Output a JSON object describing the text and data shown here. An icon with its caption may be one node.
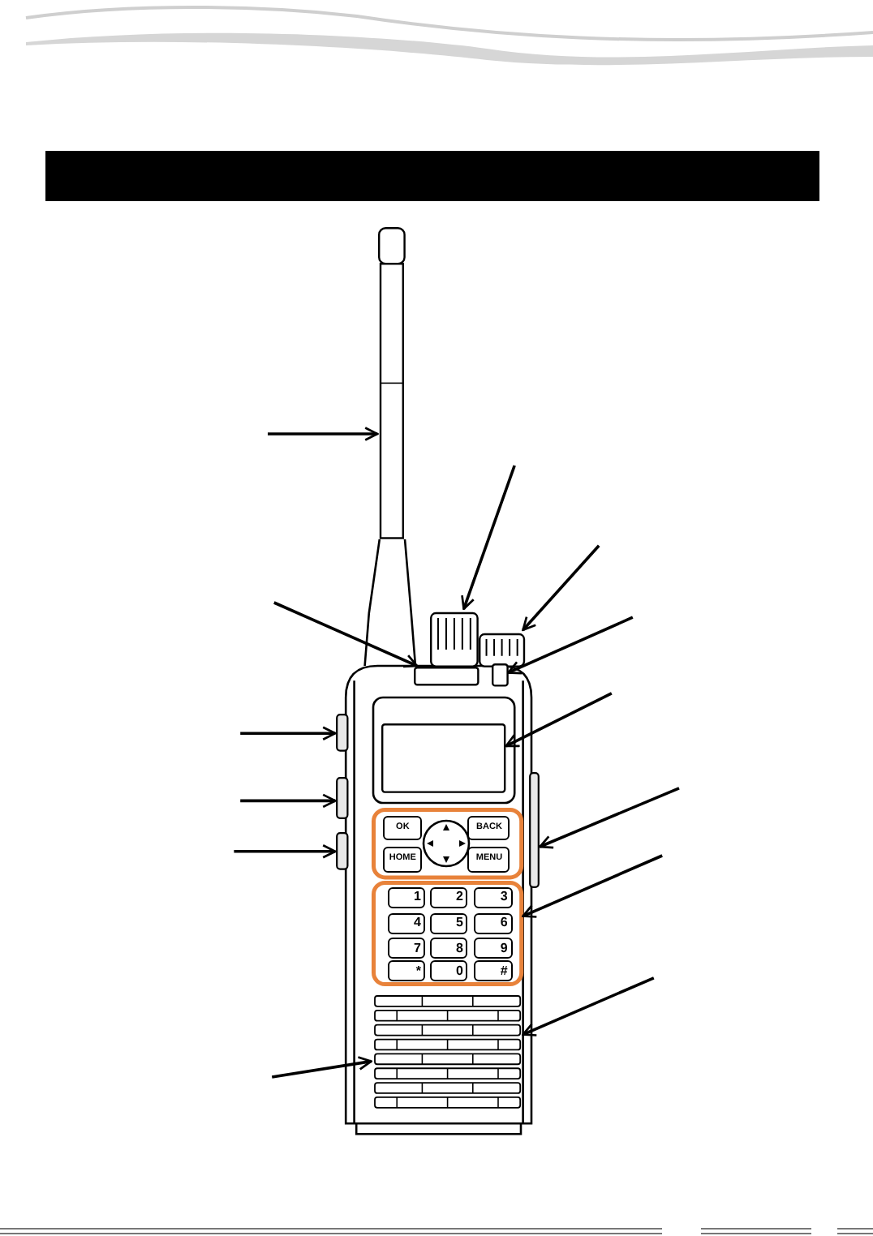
{
  "diagram": {
    "nodes": [
      {
        "text": [],
        "shape": "bar"
      },
      {
        "text": [],
        "shape": "knob"
      },
      {
        "text": [],
        "shape": "knob"
      },
      {
        "text": [],
        "shape": "box"
      },
      {
        "text": [],
        "shape": "box"
      },
      {
        "text": [],
        "shape": "box"
      },
      {
        "text": [],
        "shape": "button"
      },
      {
        "text": [],
        "shape": "button"
      },
      {
        "text": [],
        "shape": "button"
      },
      {
        "text": [],
        "shape": "box"
      },
      {
        "text": [
          "OK"
        ],
        "in": 9
      },
      {
        "text": [
          "BACK"
        ],
        "in": 9
      },
      {
        "text": [
          "HOME"
        ],
        "in": 9
      },
      {
        "text": [
          "MENU"
        ],
        "in": 9
      },
      {
        "text": [],
        "shape": "button"
      },
      {
        "text": [],
        "shape": "box"
      },
      {
        "text": [
          "1"
        ],
        "in": 15
      },
      {
        "text": [
          "2"
        ],
        "in": 15
      },
      {
        "text": [
          "3"
        ],
        "in": 15
      },
      {
        "text": [
          "4"
        ],
        "in": 15
      },
      {
        "text": [
          "5"
        ],
        "in": 15
      },
      {
        "text": [
          "6"
        ],
        "in": 15
      },
      {
        "text": [
          "7"
        ],
        "in": 15
      },
      {
        "text": [
          "8"
        ],
        "in": 15
      },
      {
        "text": [
          "9"
        ],
        "in": 15
      },
      {
        "text": [
          "*"
        ],
        "in": 15
      },
      {
        "text": [
          "0"
        ],
        "in": 15
      },
      {
        "text": [
          "#"
        ],
        "in": 15
      },
      {
        "text": [],
        "shape": "grille"
      }
    ],
    "edges": [
      {
        "from": null,
        "to": 0,
        "arrow": "to"
      },
      {
        "from": null,
        "to": 1,
        "arrow": "to"
      },
      {
        "from": null,
        "to": 2,
        "arrow": "to"
      },
      {
        "from": null,
        "to": 3,
        "arrow": "to"
      },
      {
        "from": null,
        "to": 4,
        "arrow": "to"
      },
      {
        "from": null,
        "to": 5,
        "arrow": "to"
      },
      {
        "from": null,
        "to": 6,
        "arrow": "to"
      },
      {
        "from": null,
        "to": 7,
        "arrow": "to"
      },
      {
        "from": null,
        "to": 8,
        "arrow": "to"
      },
      {
        "from": null,
        "to": 14,
        "arrow": "to"
      },
      {
        "from": null,
        "to": 15,
        "arrow": "to"
      },
      {
        "from": null,
        "to": 28,
        "arrow": "to"
      },
      {
        "from": null,
        "to": 28,
        "arrow": "to"
      }
    ]
  }
}
